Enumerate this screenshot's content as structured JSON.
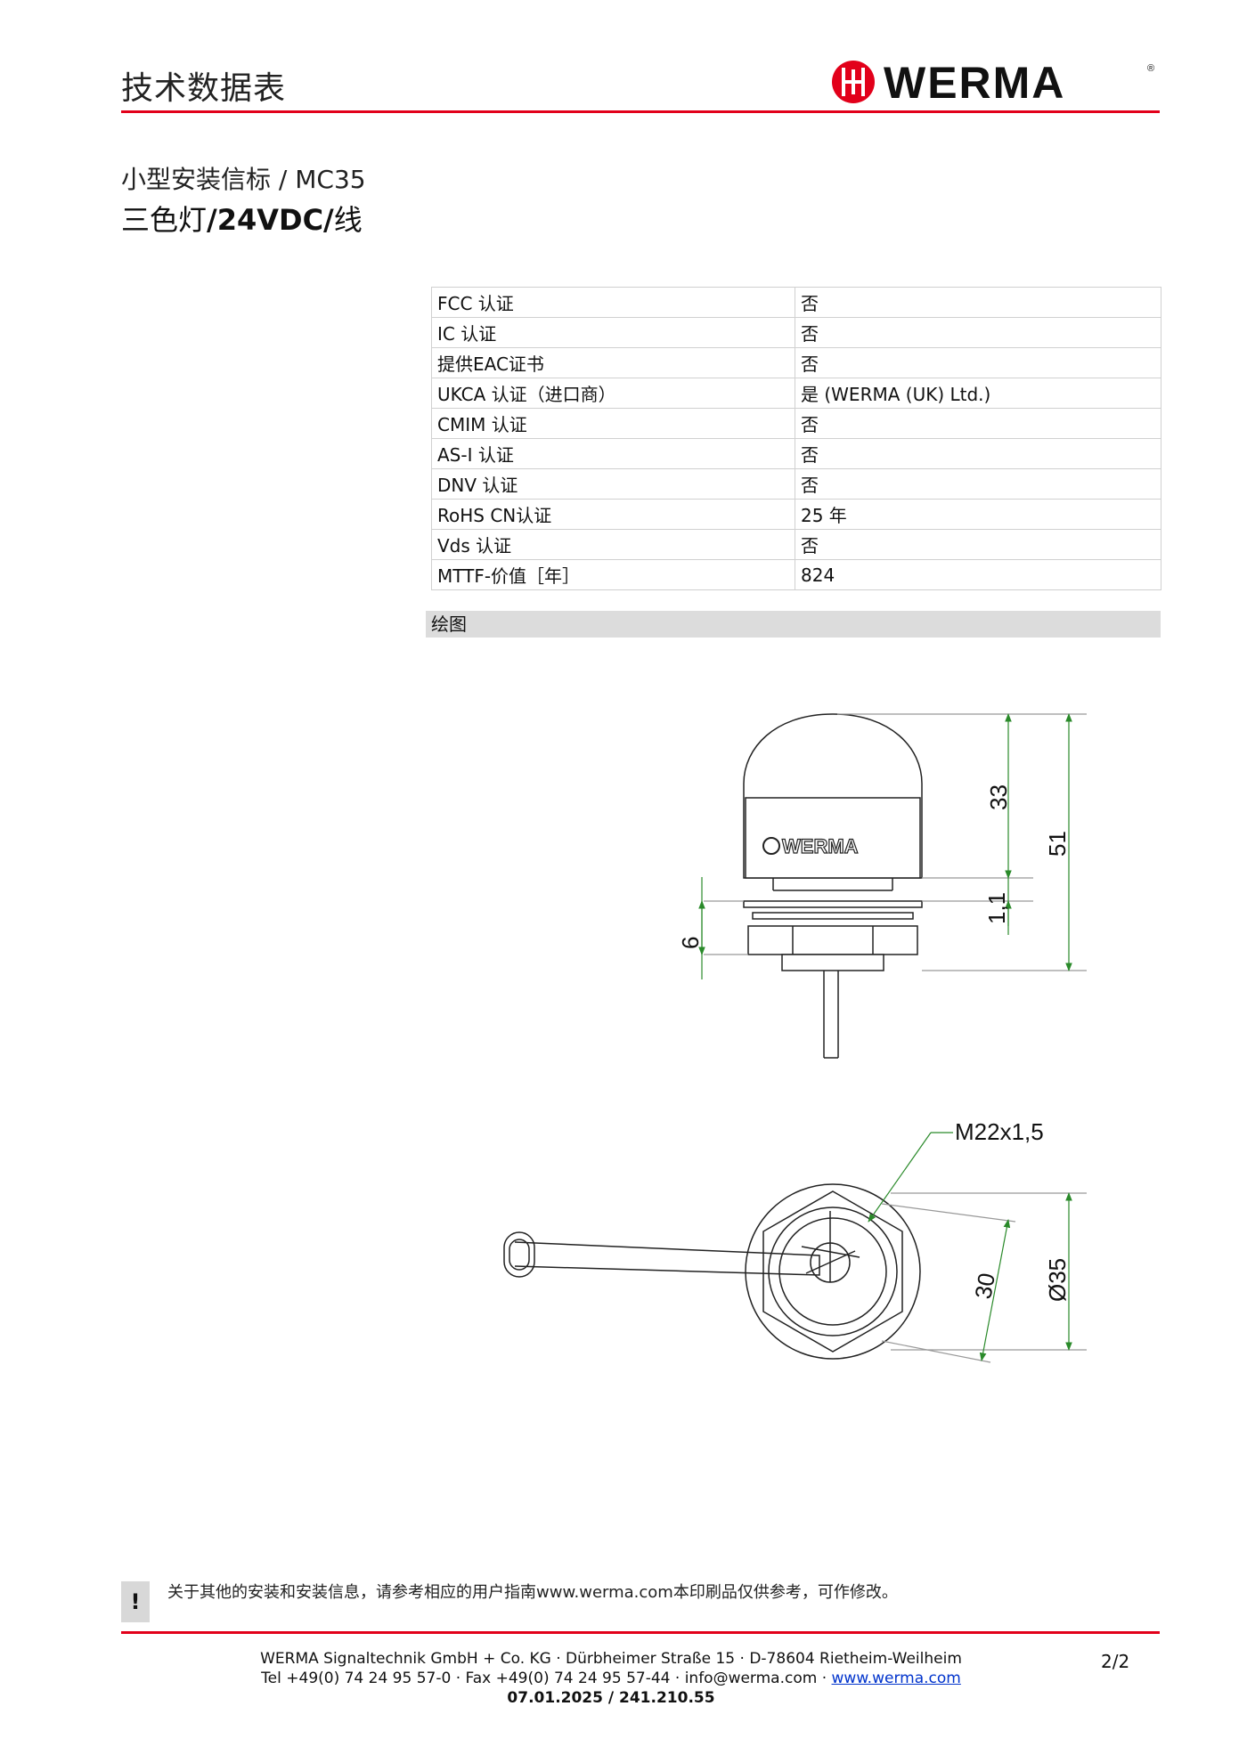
{
  "header": {
    "title": "技术数据表",
    "logo_text": "WERMA",
    "brand_color": "#e2001a"
  },
  "product": {
    "line1": "小型安装信标 / MC35",
    "line2_prefix": "三色灯",
    "line2_bold": "/24VDC/",
    "line2_suffix": "线"
  },
  "specs": [
    {
      "label": "FCC 认证",
      "value": "否"
    },
    {
      "label": "IC 认证",
      "value": "否"
    },
    {
      "label": "提供EAC证书",
      "value": "否"
    },
    {
      "label": "UKCA 认证（进口商）",
      "value": "是 (WERMA (UK) Ltd.)"
    },
    {
      "label": "CMIM 认证",
      "value": "否"
    },
    {
      "label": "AS-I 认证",
      "value": "否"
    },
    {
      "label": "DNV 认证",
      "value": "否"
    },
    {
      "label": "RoHS CN认证",
      "value": "25 年"
    },
    {
      "label": "Vds 认证",
      "value": "否"
    },
    {
      "label": "MTTF-价值［年］",
      "value": "824"
    }
  ],
  "drawing": {
    "section_title": "绘图",
    "device_logo": "WERMA",
    "dims": {
      "d33": "33",
      "d51": "51",
      "d1_1": "1,1",
      "d6": "6",
      "thread": "M22x1,5",
      "d30": "30",
      "d35": "Ø35"
    }
  },
  "note": {
    "badge": "!",
    "text": "关于其他的安装和安装信息，请参考相应的用户指南www.werma.com本印刷品仅供参考，可作修改。"
  },
  "footer": {
    "line1": "WERMA Signaltechnik GmbH + Co. KG · Dürbheimer Straße 15 · D-78604 Rietheim-Weilheim",
    "line2_prefix": "Tel +49(0) 74 24 95 57-0 · Fax +49(0) 74 24 95 57-44 · info@werma.com · ",
    "line2_link": "www.werma.com",
    "line3": "07.01.2025 / 241.210.55",
    "page": "2/2"
  }
}
